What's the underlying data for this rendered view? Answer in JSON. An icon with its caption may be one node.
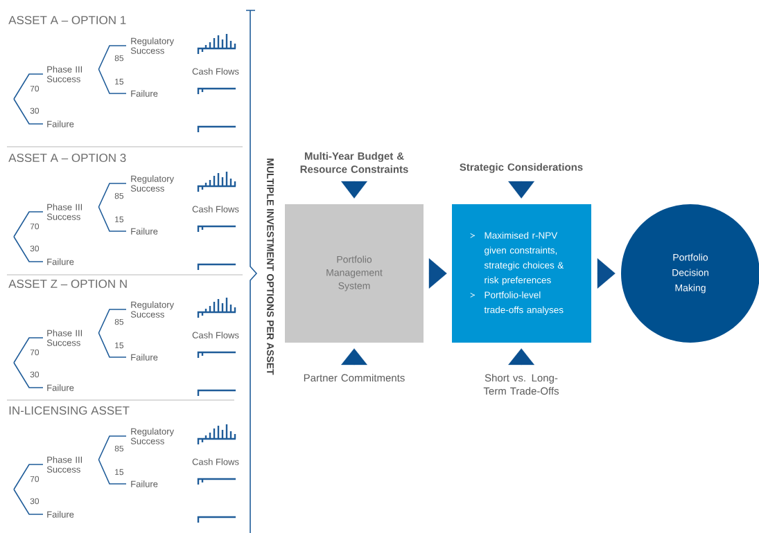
{
  "diagram": {
    "nodes": [
      {
        "text": [
          "Regulatory Success"
        ]
      },
      {
        "text": [
          "Phase III Success"
        ]
      },
      {
        "text": [
          "Failure"
        ]
      },
      {
        "text": [
          "Failure"
        ]
      },
      {
        "text": [
          "Regulatory Success"
        ]
      },
      {
        "text": [
          "Phase III Success"
        ]
      },
      {
        "text": [
          "Failure"
        ]
      },
      {
        "text": [
          "Failure"
        ]
      },
      {
        "text": [
          "Regulatory Success"
        ]
      },
      {
        "text": [
          "Phase III Success"
        ]
      },
      {
        "text": [
          "Failure"
        ]
      },
      {
        "text": [
          "Failure"
        ]
      },
      {
        "text": [
          "Regulatory Success"
        ]
      },
      {
        "text": [
          "Phase III Success"
        ]
      },
      {
        "text": [
          "Failure"
        ]
      },
      {
        "text": [
          "Failure"
        ]
      },
      {
        "text": [
          "Multi-Year Budget & Resource Constraints"
        ]
      },
      {
        "text": [
          "Strategic Considerations"
        ]
      },
      {
        "text": [
          "Portfolio Management System"
        ]
      },
      {
        "text": [
          "Maximised r-NPV given constraints, strategic choices & risk preferences",
          "Portfolio-level trade-offs analyses"
        ]
      },
      {
        "text": [
          "Portfolio Decision Making"
        ]
      },
      {
        "text": [
          "Partner Commitments"
        ]
      },
      {
        "text": [
          "Short vs. Long-Term Trade-Offs"
        ]
      }
    ],
    "edges": [
      {
        "from": null,
        "to": 1,
        "arrow": "none",
        "label": "70"
      },
      {
        "from": null,
        "to": 3,
        "arrow": "none",
        "label": "30"
      },
      {
        "from": 1,
        "to": 0,
        "arrow": "none",
        "label": "85"
      },
      {
        "from": 1,
        "to": 2,
        "arrow": "none",
        "label": "15"
      },
      {
        "from": null,
        "to": 5,
        "arrow": "none",
        "label": "70"
      },
      {
        "from": null,
        "to": 7,
        "arrow": "none",
        "label": "30"
      },
      {
        "from": 5,
        "to": 4,
        "arrow": "none",
        "label": "85"
      },
      {
        "from": 5,
        "to": 6,
        "arrow": "none",
        "label": "15"
      },
      {
        "from": null,
        "to": 9,
        "arrow": "none",
        "label": "70"
      },
      {
        "from": null,
        "to": 11,
        "arrow": "none",
        "label": "30"
      },
      {
        "from": 9,
        "to": 8,
        "arrow": "none",
        "label": "85"
      },
      {
        "from": 9,
        "to": 10,
        "arrow": "none",
        "label": "15"
      },
      {
        "from": null,
        "to": 13,
        "arrow": "none",
        "label": "70"
      },
      {
        "from": null,
        "to": 15,
        "arrow": "none",
        "label": "30"
      },
      {
        "from": 13,
        "to": 12,
        "arrow": "none",
        "label": "85"
      },
      {
        "from": 13,
        "to": 14,
        "arrow": "none",
        "label": "15"
      },
      {
        "from": 16,
        "to": 18,
        "arrow": "to"
      },
      {
        "from": 21,
        "to": 18,
        "arrow": "to"
      },
      {
        "from": 18,
        "to": 19,
        "arrow": "to"
      },
      {
        "from": 17,
        "to": 19,
        "arrow": "to"
      },
      {
        "from": 22,
        "to": 19,
        "arrow": "to"
      },
      {
        "from": 19,
        "to": 20,
        "arrow": "to"
      }
    ],
    "labels": [
      "ASSET A – OPTION 1",
      "Cash Flows",
      "ASSET A – OPTION 3",
      "Cash Flows",
      "ASSET Z – OPTION N",
      "Cash Flows",
      "IN-LICENSING ASSET",
      "Cash Flows",
      "MULTIPLE INVESTMENT OPTIONS PER ASSET"
    ]
  }
}
